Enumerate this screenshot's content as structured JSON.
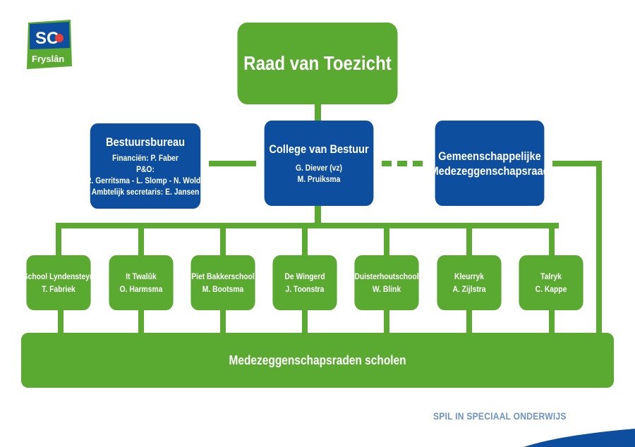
{
  "logo": {
    "text_top": "SO",
    "text_bottom": "Fryslân"
  },
  "top": {
    "label": "Raad van Toezicht"
  },
  "college": {
    "title": "College van Bestuur",
    "lines": [
      "G. Diever (vz)",
      "M. Pruiksma"
    ]
  },
  "bureau": {
    "title": "Bestuursbureau",
    "lines": [
      "Financiën: P. Faber",
      "P&O:",
      "R. Gerritsma - L. Slomp - N. Wolda",
      "Ambtelijk secretaris: E. Jansen"
    ]
  },
  "gmr": {
    "lines": [
      "Gemeenschappelijke",
      "Medezeggenschapsraad"
    ]
  },
  "schools": [
    {
      "name": "School Lyndensteyn",
      "person": "T. Fabriek"
    },
    {
      "name": "It Twalûk",
      "person": "O. Harmsma"
    },
    {
      "name": "Piet Bakkerschool",
      "person": "M. Bootsma"
    },
    {
      "name": "De Wingerd",
      "person": "J. Toonstra"
    },
    {
      "name": "Duisterhoutschool",
      "person": "W. Blink"
    },
    {
      "name": "Kleurryk",
      "person": "A. Zijlstra"
    },
    {
      "name": "Talryk",
      "person": "C. Kappe"
    }
  ],
  "bottom": {
    "label": "Medezeggenschapsraden scholen"
  },
  "tagline": "SPIL IN SPECIAAL ONDERWIJS",
  "colors": {
    "green": "#5aaa32",
    "blue": "#0d4f9e",
    "tagline": "#6d93c6",
    "logo_red": "#e8403c"
  }
}
